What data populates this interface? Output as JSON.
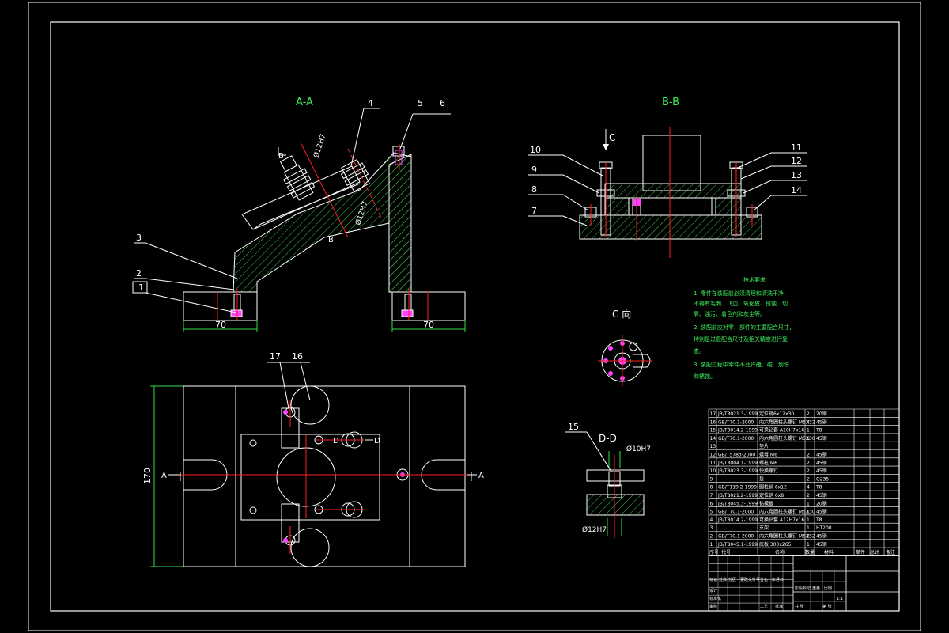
{
  "colors": {
    "background": "#000000",
    "line": "#ffffff",
    "center": "#ff2020",
    "hatch": "#3cc848",
    "dim": "#2ee04a",
    "magenta": "#ff40ff",
    "blue": "#6a7cff",
    "text": "#ffffff",
    "notes": "#3cf05a"
  },
  "views": {
    "section_aa": "A-A",
    "section_bb": "B-B",
    "view_c": "C 向",
    "section_dd": "D-D",
    "arrow_c": "C"
  },
  "dims": {
    "left_width": "70",
    "right_width": "70",
    "plan_height": "170",
    "dia_12_a": "Ø12H7",
    "dia_12_b": "Ø12H7",
    "dia_10_d": "Ø10H7",
    "dia_12_d": "Ø12H7",
    "cut_a_left": "A",
    "cut_a_right": "A",
    "cut_d_left": "D",
    "cut_d_right": "D",
    "cut_b_top": "B",
    "cut_b_bot": "B"
  },
  "balloons": {
    "b1": "1",
    "b2": "2",
    "b3": "3",
    "b4": "4",
    "b5": "5",
    "b6": "6",
    "b7": "7",
    "b8": "8",
    "b9": "9",
    "b10": "10",
    "b11": "11",
    "b12": "12",
    "b13": "13",
    "b14": "14",
    "b15": "15",
    "b16": "16",
    "b17": "17"
  },
  "notes": {
    "title": "技术要求",
    "lines": [
      "1. 零件在装配前必须清理和清洗干净，",
      "不得有毛刺、飞边、氧化皮、锈蚀、切",
      "屑、油污、着色剂和灰尘等。",
      "2. 装配前应对零、部件的主要配合尺寸，",
      "特别是过盈配合尺寸及相关精度进行复",
      "查。",
      "3. 装配过程中零件不允许磕、碰、划伤",
      "和锈蚀。"
    ]
  },
  "bom": {
    "rows": [
      [
        "17",
        "JB/T8021.3-1999",
        "定位销6x12x30",
        "2",
        "20钢",
        ""
      ],
      [
        "16",
        "GB/T70.1-2000",
        "内六角圆柱头螺钉 M5X32",
        "4",
        "45钢",
        ""
      ],
      [
        "15",
        "JB/T8014.2-1999",
        "可换钻套 A10H7x16",
        "1",
        "T8",
        ""
      ],
      [
        "14",
        "GB/T70.1-2000",
        "内六角圆柱头螺钉 M5X30",
        "6",
        "45钢",
        ""
      ],
      [
        "13",
        "",
        "垫片",
        "",
        "",
        ""
      ],
      [
        "12",
        "GB/T5783-2000",
        "螺母 M6",
        "2",
        "45钢",
        ""
      ],
      [
        "11",
        "JB/T8004.1-1999",
        "螺柱 M6",
        "2",
        "45钢",
        ""
      ],
      [
        "10",
        "JB/T8023.3-1999",
        "快换螺钉",
        "2",
        "45钢",
        ""
      ],
      [
        "9",
        "",
        "垫",
        "2",
        "Q235",
        ""
      ],
      [
        "8",
        "GB/T119.2-1999",
        "圆柱销 6x12",
        "4",
        "T8",
        ""
      ],
      [
        "7",
        "JB/T8021.2-1999",
        "定位销 6x8",
        "2",
        "45钢",
        ""
      ],
      [
        "6",
        "JB/T8045.3-1999",
        "钻模板",
        "1",
        "20钢",
        ""
      ],
      [
        "5",
        "GB/T70.1-2000",
        "内六角圆柱头螺钉 M5X30",
        "1",
        "45钢",
        ""
      ],
      [
        "4",
        "JB/T8014.2-1999",
        "可换钻套 A12H7x16",
        "1",
        "T8",
        ""
      ],
      [
        "3",
        "",
        "支架",
        "1",
        "HT200",
        ""
      ],
      [
        "2",
        "GB/T70.1-2000",
        "内六角圆柱头螺钉 M5X32",
        "2",
        "45钢",
        ""
      ],
      [
        "1",
        "JB/T8045.1-1999",
        "底板 300x265",
        "1",
        "45钢",
        ""
      ]
    ],
    "header": [
      "序号",
      "代号",
      "名称",
      "数量",
      "材料",
      "单件",
      "总计",
      "备注"
    ]
  },
  "title_block": {
    "labels": [
      "标记",
      "处数",
      "分区",
      "更改文件号",
      "签名",
      "年月日",
      "设计",
      "标准化",
      "阶段标记",
      "重量",
      "比例",
      "审核",
      "工艺",
      "批准",
      "共 张",
      "第 张"
    ],
    "scale": "1:1"
  }
}
